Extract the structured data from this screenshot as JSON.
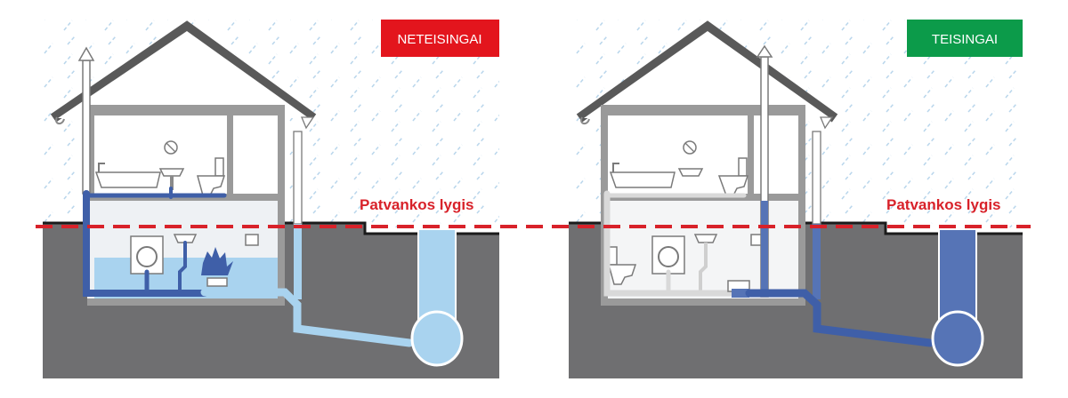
{
  "panels": [
    {
      "badge": "NETEISINGAI",
      "label": "Patvankos lygis"
    },
    {
      "badge": "TEISINGAI",
      "label": "Patvankos lygis"
    }
  ],
  "colors": {
    "wrong_badge": "#e3151d",
    "right_badge": "#0c9b4a",
    "level_line": "#d8222a",
    "ground": "#6f6f71",
    "house_wall": "#8a8a8a",
    "rain": "#bcd7ec",
    "pipe_blue": "#3f5fa8",
    "pipe_light": "#a9d3ef",
    "wastewater": "#5674b6"
  },
  "icons": [
    "house-icon",
    "bathtub-icon",
    "sink-icon",
    "toilet-icon",
    "washing-machine-icon",
    "boiler-icon",
    "vent-pipe-icon",
    "downpipe-icon",
    "sewer-manhole-icon",
    "backflow-valve-icon",
    "pump-icon",
    "water-splash-icon"
  ]
}
